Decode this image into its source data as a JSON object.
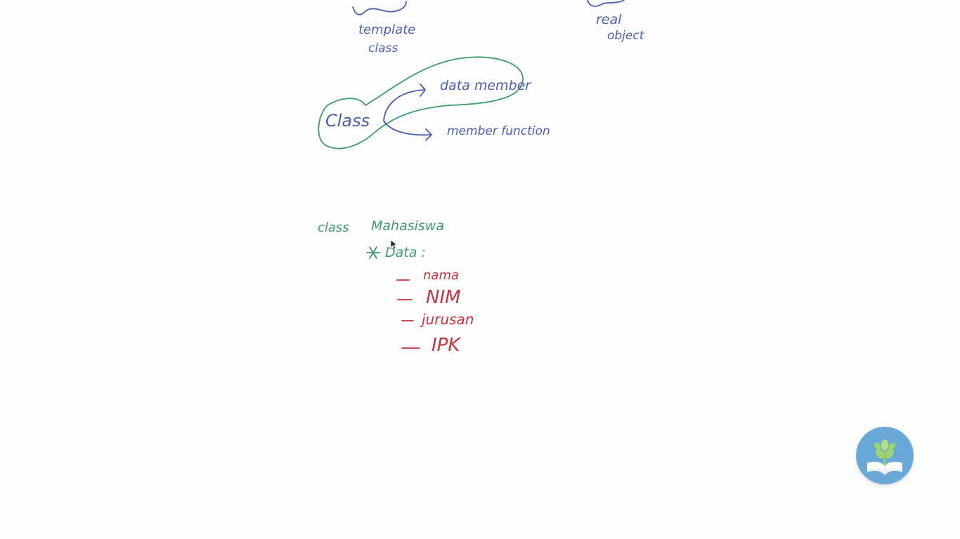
{
  "top_notes": {
    "template_note": [
      "template",
      "class"
    ],
    "real_object_note": [
      "real",
      "object"
    ]
  },
  "diagram": {
    "center_label": "Class",
    "branch_top": "data member",
    "branch_bottom": "member function"
  },
  "example": {
    "keyword": "class",
    "class_name": "Mahasiswa",
    "section_label": "Data :",
    "fields": [
      "nama",
      "NIM",
      "jurusan",
      "IPK"
    ]
  },
  "colors": {
    "background": "#fdfdfd",
    "ink_blue": "#4a5fb0",
    "ink_green": "#3f9a6e",
    "ink_red": "#c4333d",
    "badge": "#6aa8d8"
  }
}
